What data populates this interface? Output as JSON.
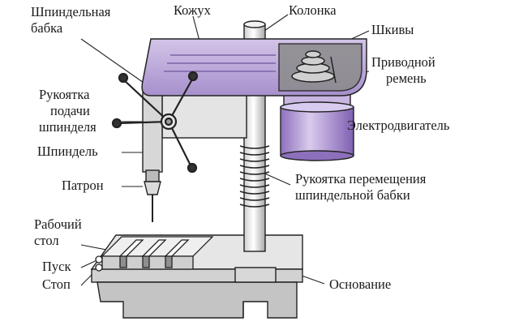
{
  "labels": {
    "spindle_head_1": "Шпиндельная",
    "spindle_head_2": "бабка",
    "casing": "Кожух",
    "column": "Колонка",
    "pulleys": "Шкивы",
    "drive_belt_1": "Приводной",
    "drive_belt_2": "ремень",
    "feed_handle_1": "Рукоятка",
    "feed_handle_2": "подачи",
    "feed_handle_3": "шпинделя",
    "spindle": "Шпиндель",
    "motor": "Электродвигатель",
    "chuck": "Патрон",
    "move_handle_1": "Рукоятка перемещения",
    "move_handle_2": "шпиндельной бабки",
    "work_table_1": "Рабочий",
    "work_table_2": "стол",
    "start": "Пуск",
    "stop": "Стоп",
    "base": "Основание"
  },
  "colors": {
    "casing": "#b8a4d6",
    "motor": "#a98ad0",
    "metal": "#e6e6e6",
    "shade": "#bdbdbd",
    "outline": "#222222"
  }
}
